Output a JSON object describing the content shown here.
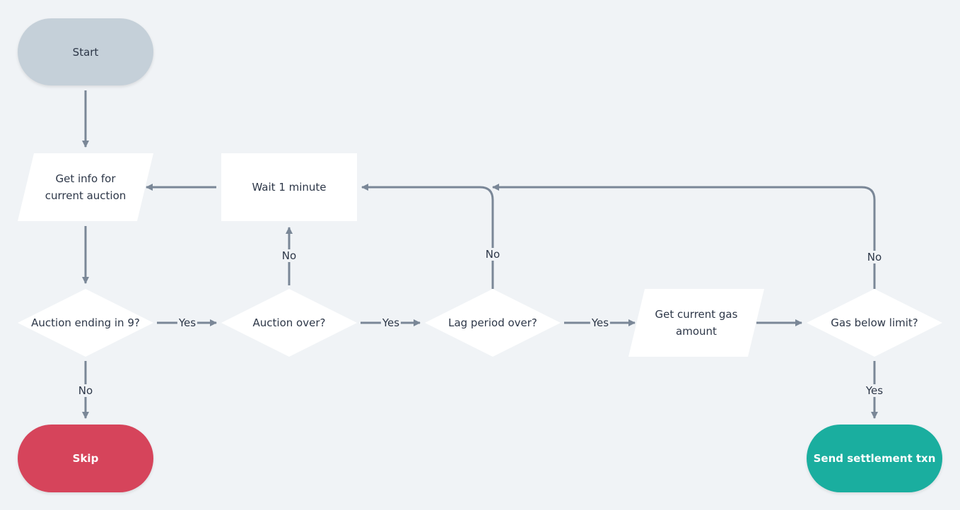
{
  "nodes": {
    "start": "Start",
    "get_info": "Get info for current auction",
    "wait": "Wait 1 minute",
    "auction_ending": "Auction ending in 9?",
    "auction_over": "Auction over?",
    "lag_over": "Lag period over?",
    "get_gas": "Get current gas amount",
    "gas_below": "Gas below limit?",
    "skip": "Skip",
    "send": "Send settlement txn"
  },
  "edge_labels": {
    "ending_yes": "Yes",
    "ending_no": "No",
    "over_yes": "Yes",
    "over_no": "No",
    "lag_yes": "Yes",
    "lag_no": "No",
    "gas_yes": "Yes",
    "gas_no": "No"
  },
  "colors": {
    "background": "#f0f3f6",
    "start": "#c5d0d9",
    "skip": "#d6445b",
    "send": "#1aae9f",
    "edge": "#7a8797"
  }
}
